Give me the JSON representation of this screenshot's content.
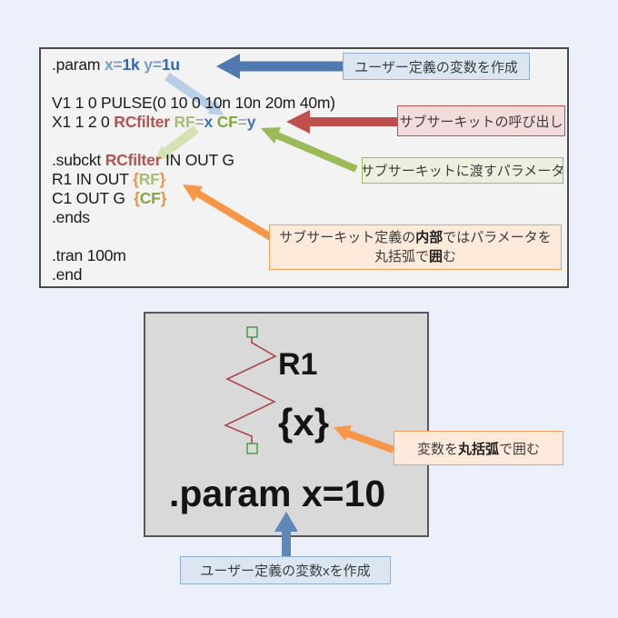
{
  "code_panel": {
    "lines": [
      {
        "segments": [
          {
            "t": ".param ",
            "c": "plain"
          },
          {
            "t": "x=",
            "c": "bname"
          },
          {
            "t": "1k",
            "c": "bval"
          },
          {
            "t": " ",
            "c": "plain"
          },
          {
            "t": "y=",
            "c": "bname"
          },
          {
            "t": "1u",
            "c": "bval"
          }
        ]
      },
      {
        "segments": []
      },
      {
        "segments": [
          {
            "t": "V1 1 0 PULSE(0 10 0 10n 10n 20m 40m)",
            "c": "plain"
          }
        ]
      },
      {
        "segments": [
          {
            "t": "X1 1 2 0 ",
            "c": "plain"
          },
          {
            "t": "RCfilter",
            "c": "rkw"
          },
          {
            "t": " ",
            "c": "plain"
          },
          {
            "t": "RF",
            "c": "olive"
          },
          {
            "t": "=",
            "c": "eq"
          },
          {
            "t": "x",
            "c": "bvar"
          },
          {
            "t": " ",
            "c": "plain"
          },
          {
            "t": "CF",
            "c": "green"
          },
          {
            "t": "=",
            "c": "eq"
          },
          {
            "t": "y",
            "c": "bvar"
          }
        ]
      },
      {
        "segments": []
      },
      {
        "segments": [
          {
            "t": ".subckt ",
            "c": "plain"
          },
          {
            "t": "RCfilter",
            "c": "rkw"
          },
          {
            "t": " IN OUT G",
            "c": "plain"
          }
        ]
      },
      {
        "segments": [
          {
            "t": "R1 IN OUT ",
            "c": "plain"
          },
          {
            "t": "{",
            "c": "obrace"
          },
          {
            "t": "RF",
            "c": "olive"
          },
          {
            "t": "}",
            "c": "obrace"
          }
        ]
      },
      {
        "segments": [
          {
            "t": "C1 OUT G  ",
            "c": "plain"
          },
          {
            "t": "{",
            "c": "obrace"
          },
          {
            "t": "CF",
            "c": "green"
          },
          {
            "t": "}",
            "c": "obrace"
          }
        ]
      },
      {
        "segments": [
          {
            "t": ".ends",
            "c": "plain"
          }
        ]
      },
      {
        "segments": []
      },
      {
        "segments": [
          {
            "t": ".tran 100m",
            "c": "plain"
          }
        ]
      },
      {
        "segments": [
          {
            "t": ".end",
            "c": "plain"
          }
        ]
      }
    ]
  },
  "annotations": {
    "create_var": {
      "parts": [
        {
          "t": "ユーザー定義の変数を作成"
        }
      ]
    },
    "subckt_call": {
      "parts": [
        {
          "t": "サブサーキットの呼び出し"
        }
      ]
    },
    "subckt_params": {
      "parts": [
        {
          "t": "サブサーキットに渡すパラメータ"
        }
      ]
    },
    "subckt_internal_line1": {
      "parts": [
        {
          "t": "サブサーキット定義の"
        },
        {
          "t": "内部",
          "b": 1
        },
        {
          "t": "ではパラメータを"
        }
      ]
    },
    "subckt_internal_line2": {
      "parts": [
        {
          "t": "丸括弧で"
        },
        {
          "t": "囲",
          "b": 1
        },
        {
          "t": "む"
        }
      ]
    },
    "wrap_braces": {
      "parts": [
        {
          "t": "変数を"
        },
        {
          "t": "丸括弧",
          "b": 1
        },
        {
          "t": "で囲む"
        }
      ]
    },
    "create_var_x": {
      "parts": [
        {
          "t": "ユーザー定義の変数xを作成"
        }
      ]
    }
  },
  "schematic": {
    "designator": "R1",
    "value": "{x}",
    "directive": ".param x=10"
  },
  "colors": {
    "page_background": "#ebf0fa",
    "code_panel_background": "#f3f3f3",
    "schematic_panel_background": "#d9d9d9",
    "panel_border": "#4b4b4b",
    "note_blue_bg": "#dce6f2",
    "note_blue_border": "#8fafd4",
    "note_red_bg": "#f2dbdb",
    "note_red_border": "#c0504d",
    "note_green_bg": "#ebf1de",
    "note_green_border": "#9bbb59",
    "note_orange_bg": "#fdeada",
    "note_orange_border": "#f3a159",
    "arrow_blue": "#4f7ab0",
    "arrow_red": "#bf4f4c",
    "arrow_green": "#9bbb59",
    "arrow_orange": "#f79646",
    "arrow_translucent_blue": "rgba(170,198,230,0.8)",
    "arrow_translucent_green": "rgba(205,221,162,0.8)",
    "code_keyword_red": "#b25450",
    "code_param_olive": "#a9bd74",
    "code_param_green": "#83a73f",
    "code_value_blue": "#2f66ad",
    "code_brace_orange": "#f0914a",
    "resistor_line": "#a84848",
    "resistor_pin_green": "#3f9b3f"
  }
}
